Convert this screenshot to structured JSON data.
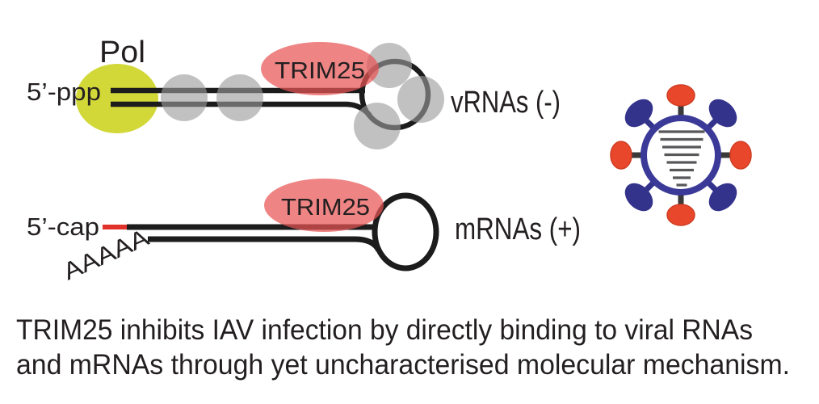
{
  "vrna_diagram": {
    "pol_label": "Pol",
    "five_prime_label": "5’-ppp",
    "trim25_label": "TRIM25",
    "strand_label": "vRNAs (-)"
  },
  "mrna_diagram": {
    "five_prime_label": "5’-cap",
    "poly_a_label": "AAAAA",
    "trim25_label": "TRIM25",
    "strand_label": "mRNAs (+)"
  },
  "virus_icon": {
    "name": "influenza-virion-icon"
  },
  "caption": {
    "line1": "TRIM25 inhibits IAV infection by directly binding to viral RNAs",
    "line2": "and mRNAs through yet uncharacterised molecular mechanism."
  },
  "colors": {
    "pol_yellow": "#d2d838",
    "trim25_red": "#e85555",
    "np_gray": "#9b9b9d",
    "strand_black": "#1c1c1c",
    "cap_red": "#e0312a",
    "virus_navy": "#3b3a98",
    "spike_red": "#e9472b",
    "spike_blue": "#34338c",
    "stalk_dark": "#3a3a3a",
    "genome_gray": "#58585a",
    "text_black": "#231f20"
  }
}
